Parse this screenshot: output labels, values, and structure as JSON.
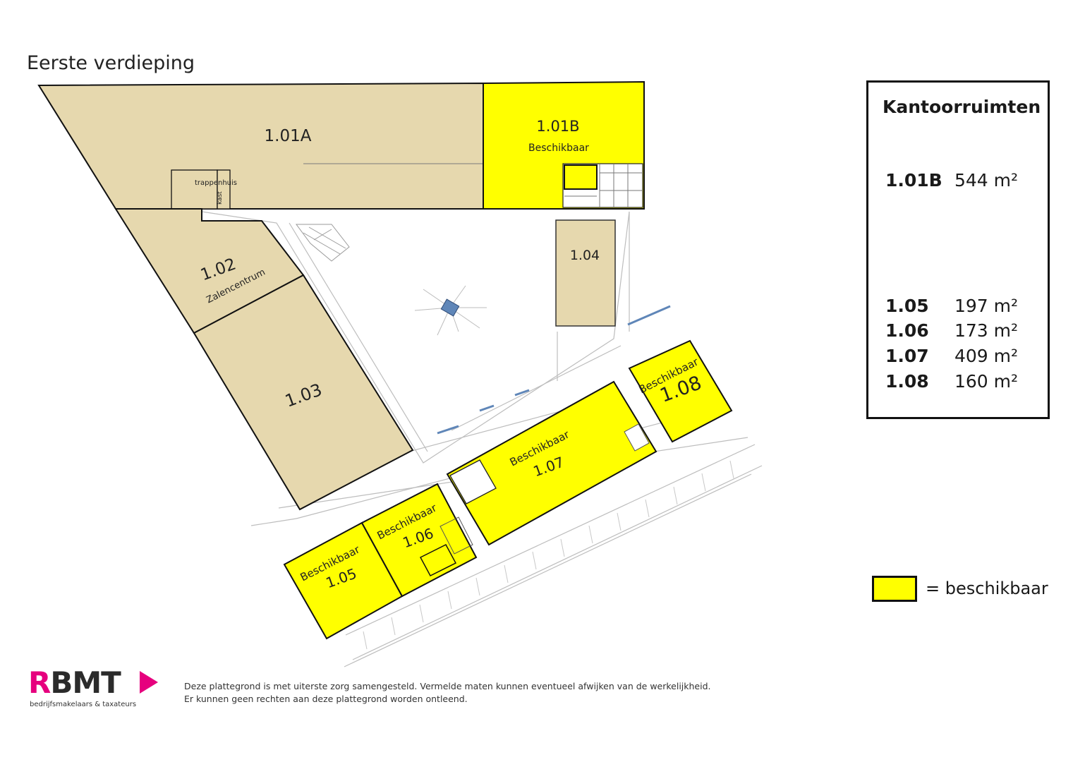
{
  "floor": {
    "title": "Eerste verdieping"
  },
  "colors": {
    "available": "#ffff00",
    "occupied": "#e6d8ae",
    "line": "#111111",
    "brand_pink": "#e6007e"
  },
  "units": [
    {
      "id": "1.01A",
      "status": "occupied"
    },
    {
      "id": "1.01B",
      "status": "available",
      "label": "Beschikbaar"
    },
    {
      "id": "1.02",
      "status": "occupied",
      "label": "Zalencentrum"
    },
    {
      "id": "1.03",
      "status": "occupied"
    },
    {
      "id": "1.04",
      "status": "occupied"
    },
    {
      "id": "1.05",
      "status": "available",
      "label": "Beschikbaar"
    },
    {
      "id": "1.06",
      "status": "available",
      "label": "Beschikbaar"
    },
    {
      "id": "1.07",
      "status": "available",
      "label": "Beschikbaar"
    },
    {
      "id": "1.08",
      "status": "available",
      "label": "Beschikbaar"
    }
  ],
  "plan_labels": {
    "stairwell": "trappenhuis",
    "closet": "kast"
  },
  "legend": {
    "title": "Kantoorruimten",
    "areas": [
      {
        "id": "1.01B",
        "value": "544 m²"
      },
      {
        "id": "1.05",
        "value": "197 m²"
      },
      {
        "id": "1.06",
        "value": "173 m²"
      },
      {
        "id": "1.07",
        "value": "409 m²"
      },
      {
        "id": "1.08",
        "value": "160 m²"
      }
    ],
    "key_label": "=  beschikbaar"
  },
  "brand": {
    "logo_text_r": "R",
    "logo_text_rest": "BMT",
    "logo_sub": "bedrijfsmakelaars & taxateurs"
  },
  "disclaimer": {
    "line1": "Deze plattegrond is met uiterste zorg samengesteld. Vermelde maten kunnen eventueel afwijken van de werkelijkheid.",
    "line2": "Er kunnen geen rechten aan deze plattegrond worden ontleend."
  }
}
